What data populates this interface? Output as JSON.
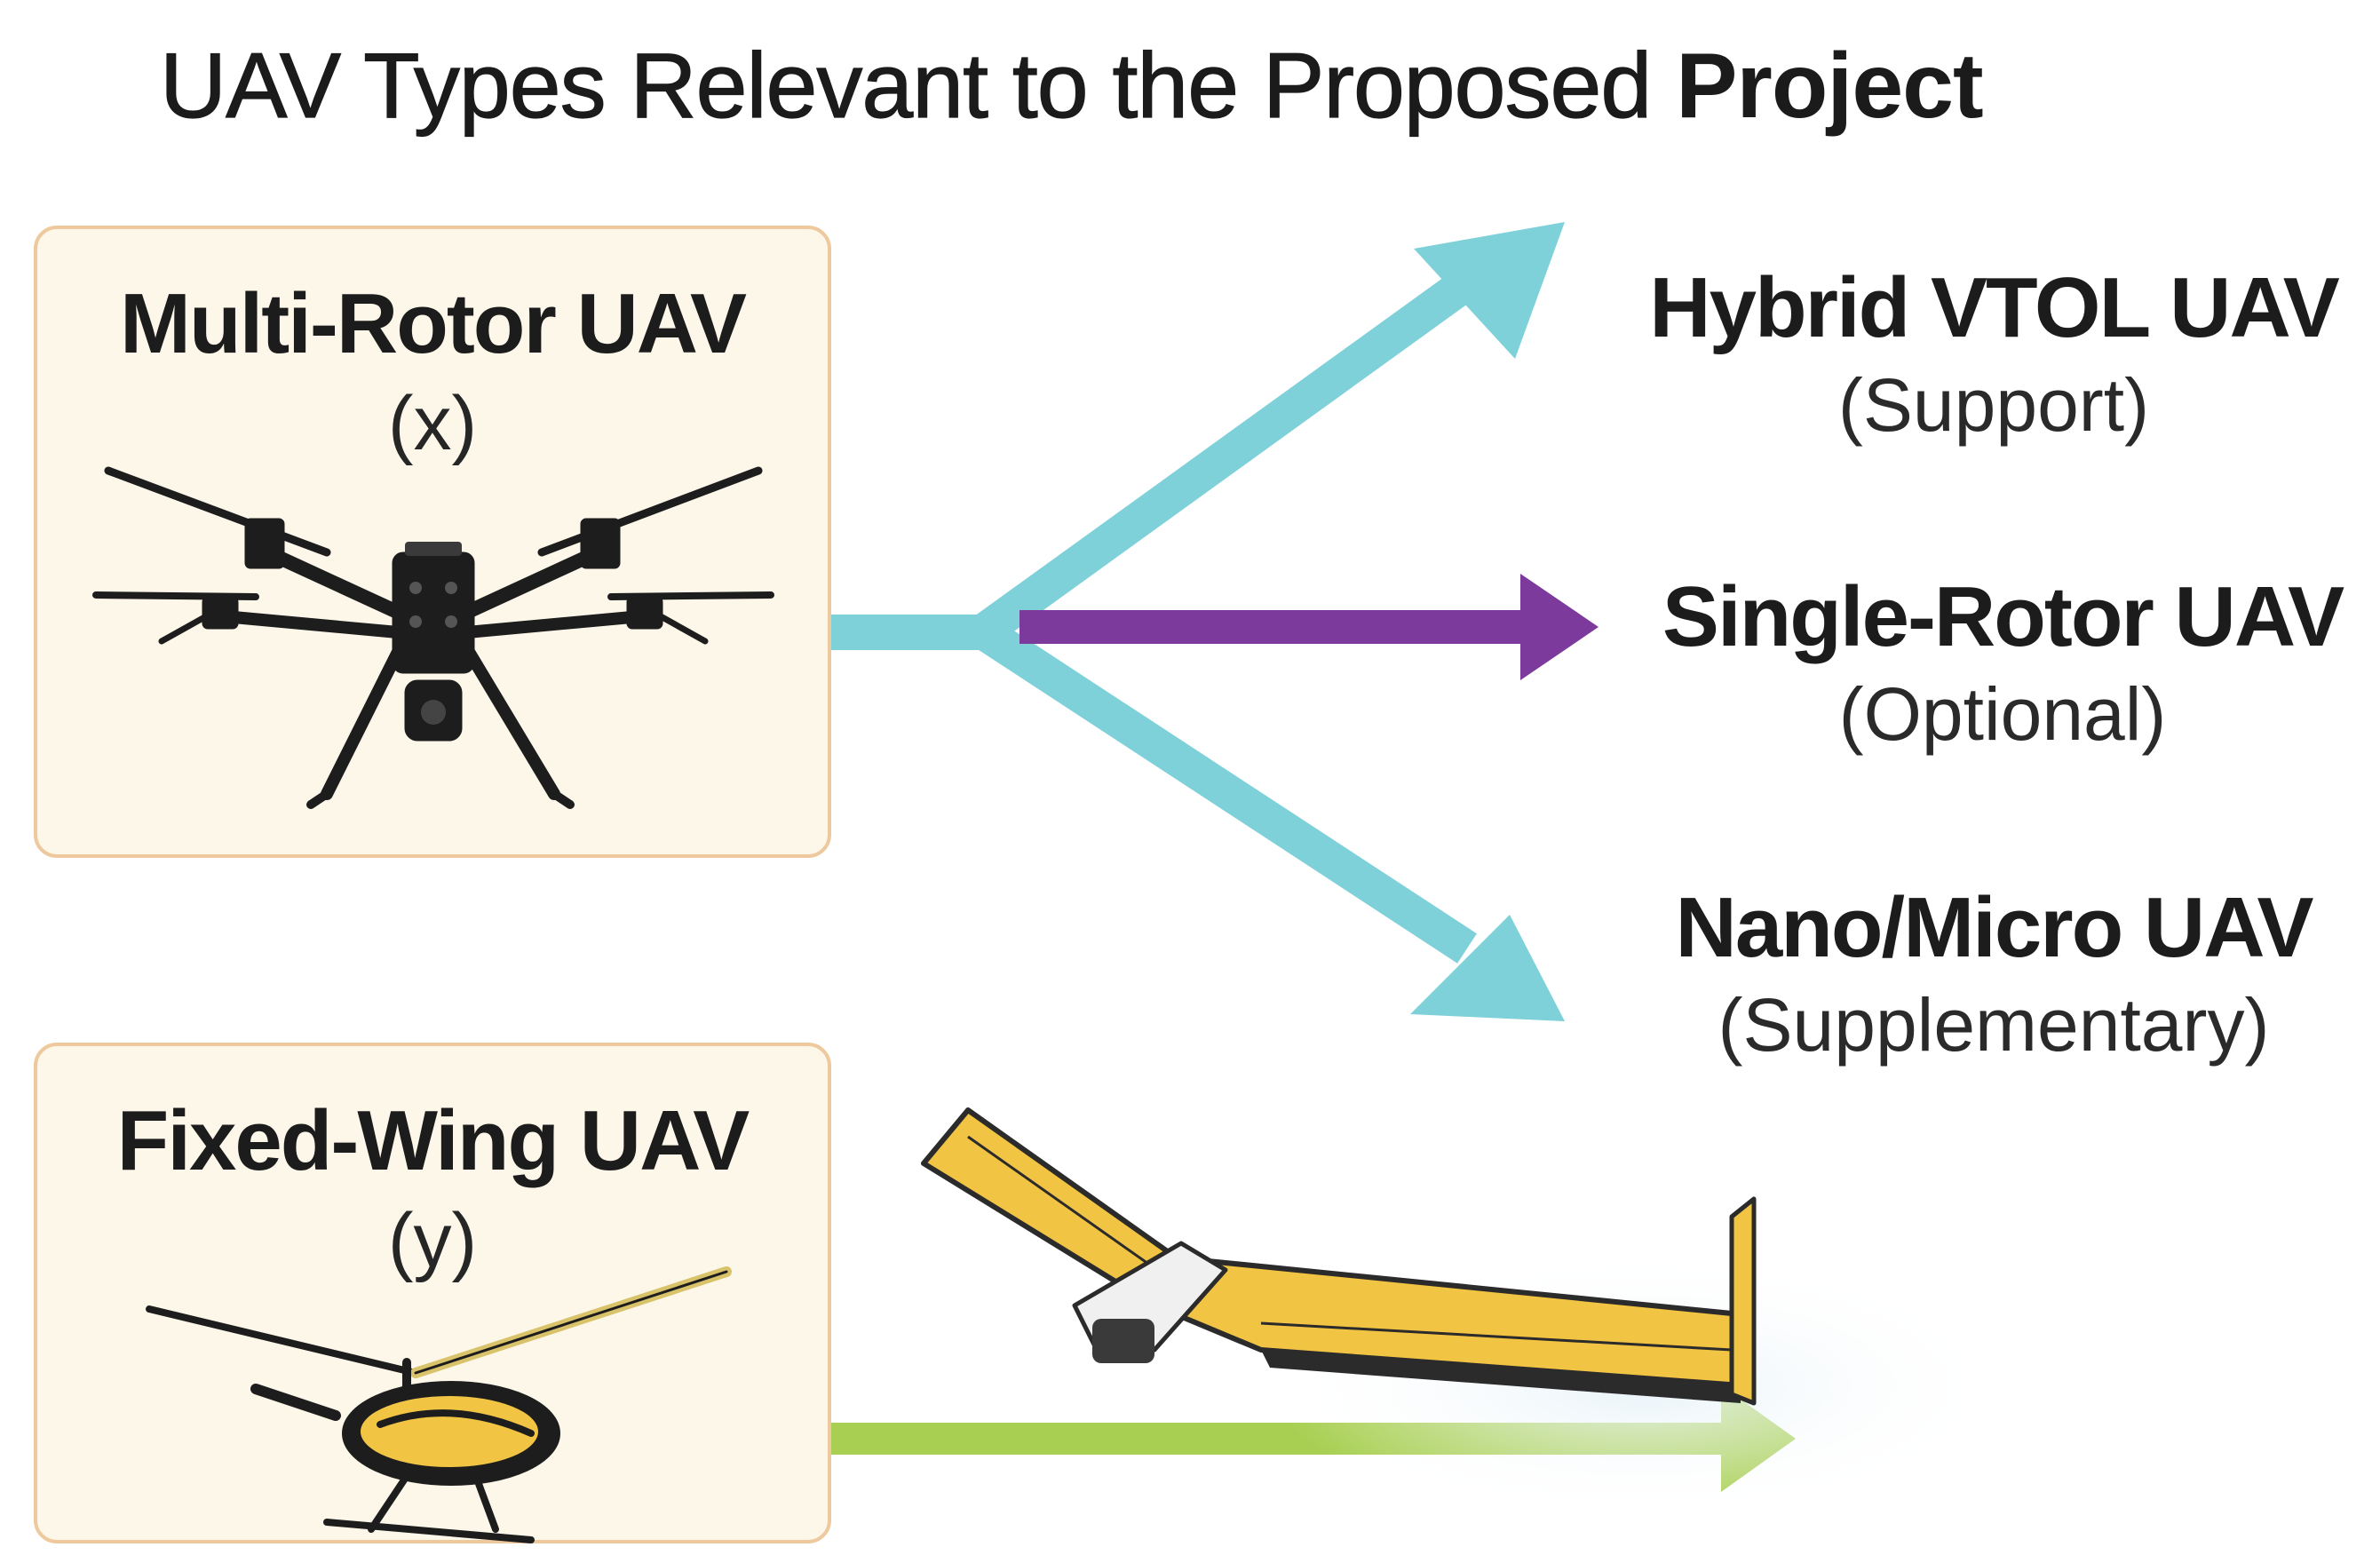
{
  "title": {
    "lead": "UAV Types Relevant to the Proposed ",
    "emphasis": "Project"
  },
  "source_types": [
    {
      "name": "Multi-Rotor UAV",
      "symbol": "(x)",
      "image": "quadcopter-drone-icon"
    },
    {
      "name": "Fixed-Wing UAV",
      "symbol": "(y)",
      "image": "single-rotor-helicopter-icon"
    }
  ],
  "target_types": [
    {
      "name": "Hybrid VTOL UAV",
      "role": "(Support)",
      "arrow_color": "#7fd1d9"
    },
    {
      "name": "Single-Rotor UAV",
      "role": "(Optional)",
      "arrow_color": "#7c3b9c"
    },
    {
      "name": "Nano/Micro UAV",
      "role": "(Supplementary)",
      "arrow_color": "#7fd1d9"
    }
  ],
  "extra_images": [
    {
      "image": "flying-wing-drone-icon"
    }
  ],
  "colors": {
    "card_border": "#efc99e",
    "card_fill": "#fdf7e9",
    "arrow_cyan": "#7fd1d9",
    "arrow_purple": "#7c3b9c",
    "arrow_green": "#a8cf52",
    "wing_yellow": "#f2c443"
  }
}
